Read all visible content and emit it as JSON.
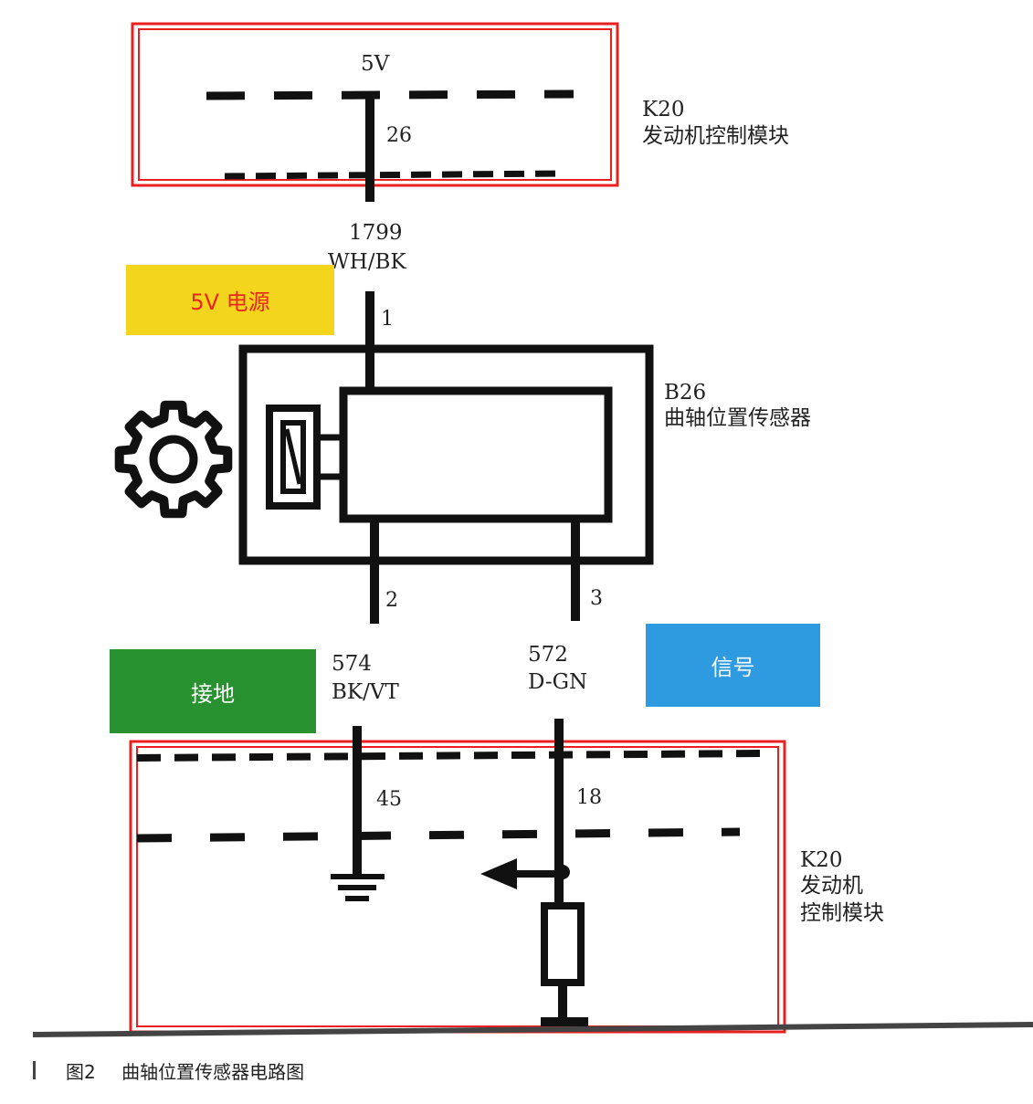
{
  "colors": {
    "wire": "#111111",
    "module_border": "#e82020",
    "badge_power_bg": "#f2d51c",
    "badge_power_text": "#e8281e",
    "badge_ground_bg": "#27922f",
    "badge_signal_bg": "#2e9be0",
    "badge_text_light": "#ffffff"
  },
  "top_module": {
    "voltage": "5V",
    "pin": "26",
    "name_code": "K20",
    "name": "发动机控制模块"
  },
  "wire_power": {
    "circuit": "1799",
    "color_code": "WH/BK"
  },
  "badges": {
    "power": "5V 电源",
    "ground": "接地",
    "signal": "信号"
  },
  "sensor": {
    "code": "B26",
    "name": "曲轴位置传感器",
    "pin1": "1",
    "pin2": "2",
    "pin3": "3",
    "gear_icon": "gear-icon"
  },
  "wire_ground": {
    "circuit": "574",
    "color_code": "BK/VT"
  },
  "wire_signal": {
    "circuit": "572",
    "color_code": "D-GN"
  },
  "bottom_module": {
    "pin_ground": "45",
    "pin_signal": "18",
    "name_code": "K20",
    "name_line1": "发动机",
    "name_line2": "控制模块"
  },
  "caption": {
    "figure": "图2",
    "title": "曲轴位置传感器电路图"
  }
}
